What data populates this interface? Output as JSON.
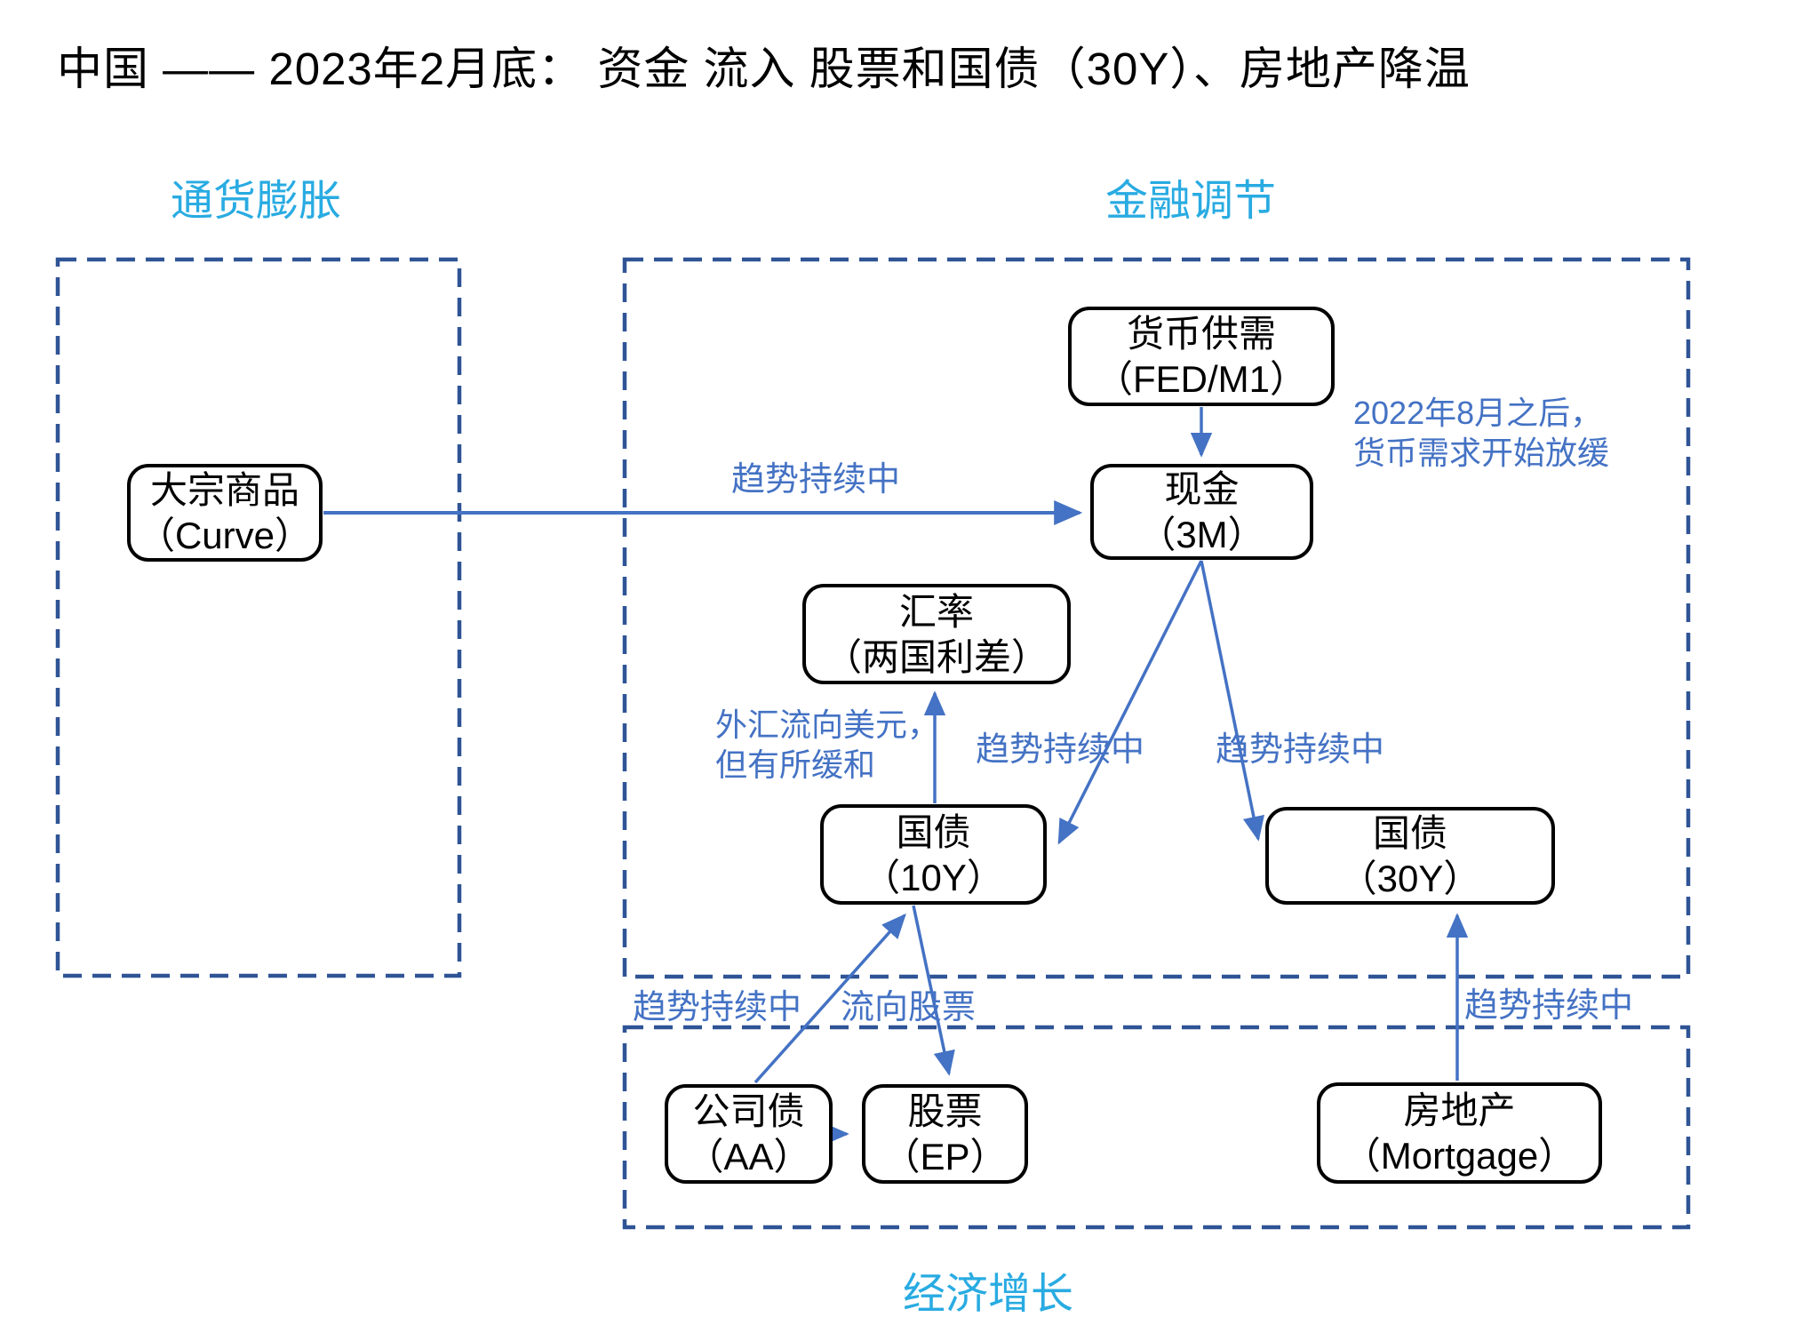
{
  "title": "中国 —— 2023年2月底： 资金 流入 股票和国债（30Y）、房地产降温",
  "colors": {
    "section_label": "#29ABE2",
    "arrow_blue": "#4472C4",
    "dashed_border": "#2F5496",
    "node_border": "#000000"
  },
  "sections": {
    "inflation": {
      "label": "通货膨胀"
    },
    "financial": {
      "label": "金融调节"
    },
    "growth": {
      "label": "经济增长"
    }
  },
  "nodes": {
    "commodity": {
      "line1": "大宗商品",
      "line2": "（Curve）"
    },
    "money_supply": {
      "line1": "货币供需",
      "line2": "（FED/M1）"
    },
    "cash": {
      "line1": "现金",
      "line2": "（3M）"
    },
    "fx": {
      "line1": "汇率",
      "line2": "（两国利差）"
    },
    "bond10y": {
      "line1": "国债",
      "line2": "（10Y）"
    },
    "bond30y": {
      "line1": "国债",
      "line2": "（30Y）"
    },
    "corp_bond": {
      "line1": "公司债",
      "line2": "（AA）"
    },
    "stock": {
      "line1": "股票",
      "line2": "（EP）"
    },
    "property": {
      "line1": "房地产",
      "line2": "（Mortgage）"
    }
  },
  "edge_labels": {
    "commodity_cash": "趋势持续中",
    "cash_bond10y": "趋势持续中",
    "cash_bond30y": "趋势持续中",
    "corp_bond10y": "趋势持续中",
    "bond10y_stock": "流向股票",
    "property_bond30y": "趋势持续中"
  },
  "annotations": {
    "fx_note": {
      "line1": "外汇流向美元，",
      "line2": "但有所缓和"
    },
    "money_note": {
      "line1": "2022年8月之后，",
      "line2": "货币需求开始放缓"
    }
  }
}
